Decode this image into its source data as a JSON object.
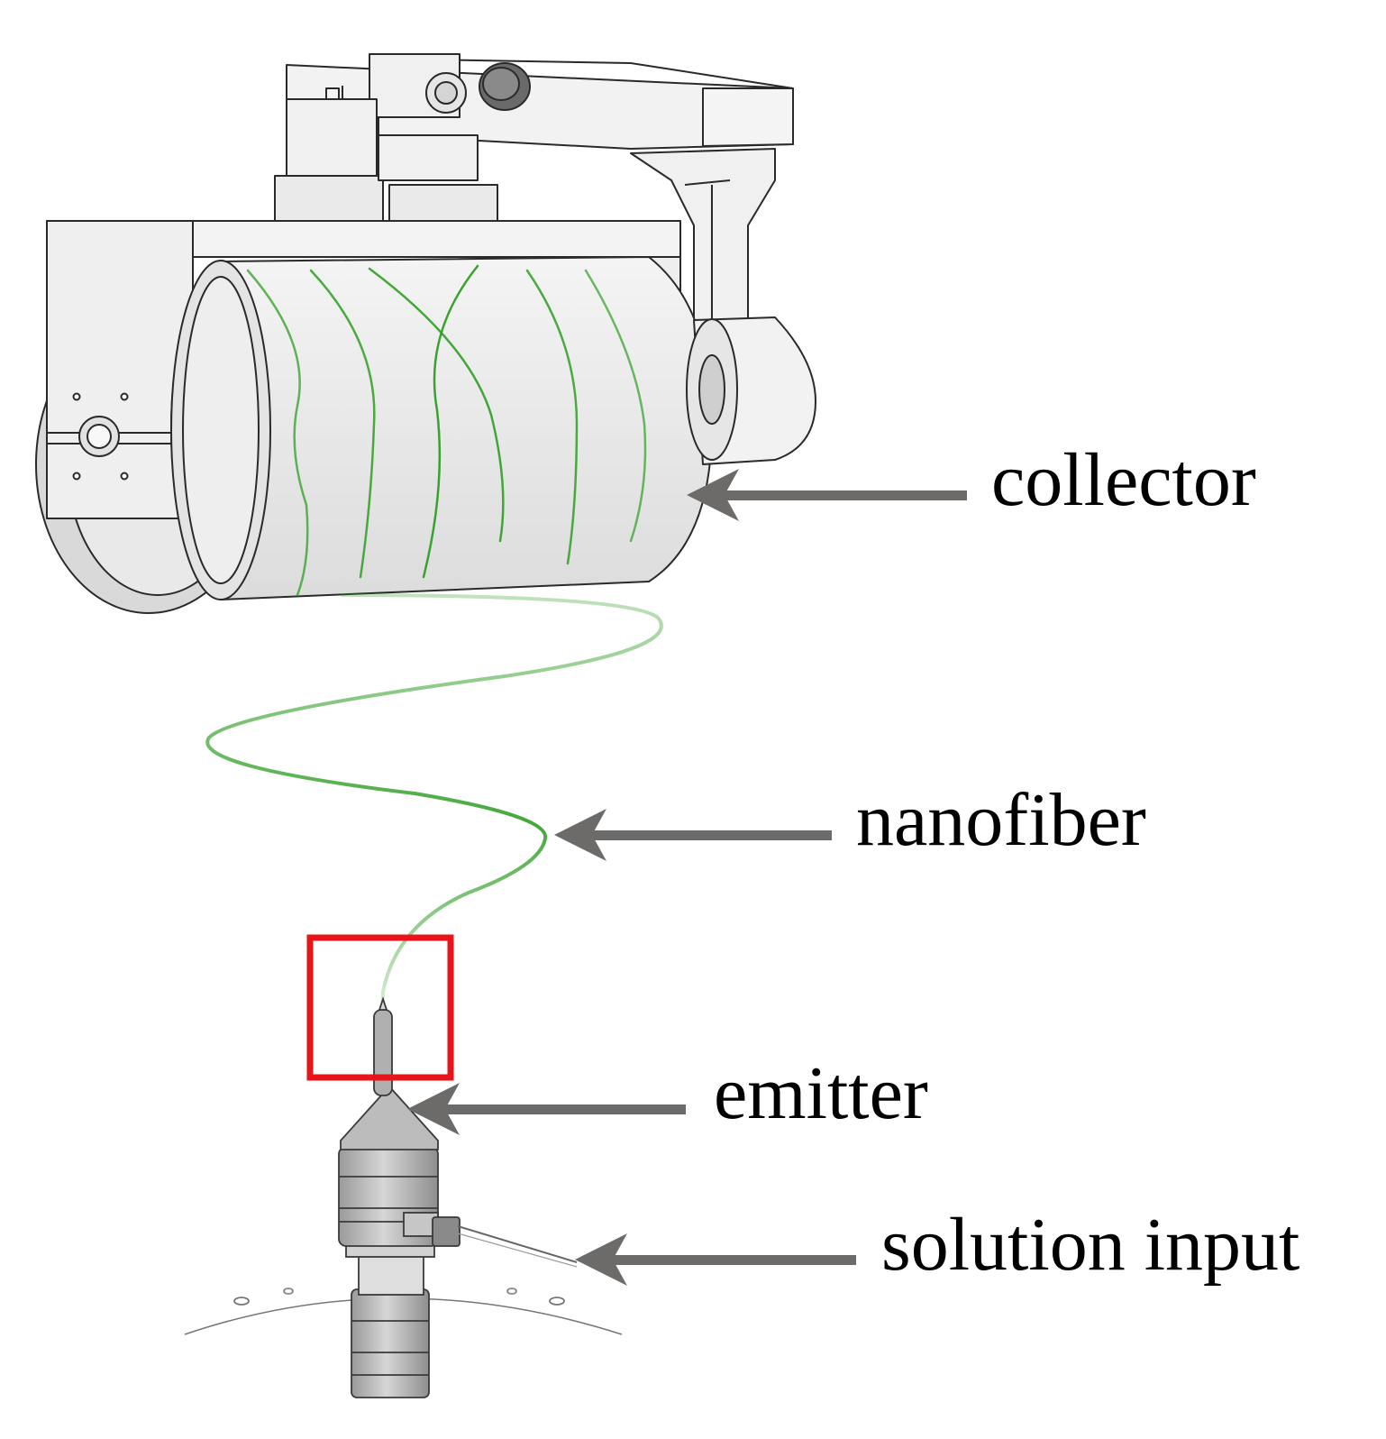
{
  "labels": {
    "collector": "collector",
    "nanofiber": "nanofiber",
    "emitter": "emitter",
    "solution_input": "solution input"
  },
  "colors": {
    "arrow": "#6d6a6a",
    "fiber": "#2f9e24",
    "highlight_box": "#e8141a",
    "line_art": "#2a2a2a",
    "part_fill": "#ececec",
    "emitter_fill": "#b9b9b9"
  }
}
